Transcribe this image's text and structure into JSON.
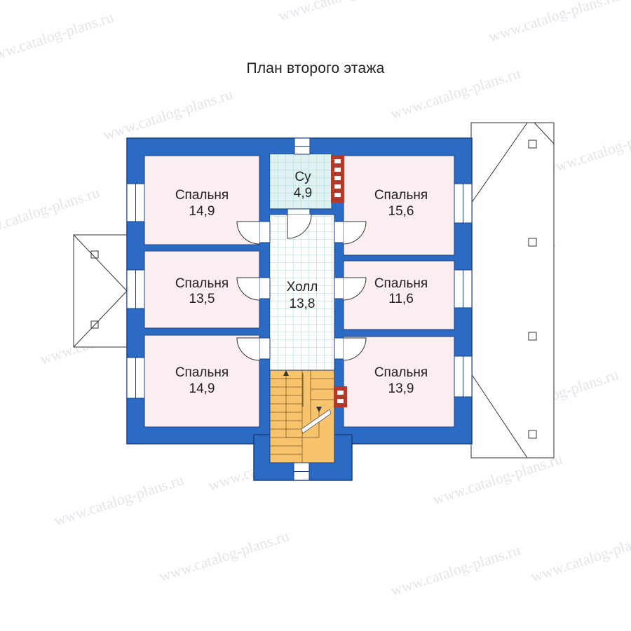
{
  "title": "План второго этажа",
  "watermark": "www.catalog-plans.ru",
  "colors": {
    "wall": "#2b6bc4",
    "wall_outline": "#1b3f80",
    "bedroom_fill": "#fbeef0",
    "bath_fill": "#dff2f1",
    "hall_fill": "#ffffff",
    "grid_line": "#a9d6da",
    "stair_fill": "#f8c36d",
    "chimney": "#b23a2a",
    "roof_line": "#333333"
  },
  "rooms": [
    {
      "id": "bedroom-1",
      "name": "Спальня",
      "area": "14,9"
    },
    {
      "id": "bath",
      "name": "Су",
      "area": "4,9"
    },
    {
      "id": "bedroom-2",
      "name": "Спальня",
      "area": "15,6"
    },
    {
      "id": "bedroom-3",
      "name": "Спальня",
      "area": "13,5"
    },
    {
      "id": "hall",
      "name": "Холл",
      "area": "13,8"
    },
    {
      "id": "bedroom-4",
      "name": "Спальня",
      "area": "11,6"
    },
    {
      "id": "bedroom-5",
      "name": "Спальня",
      "area": "14,9"
    },
    {
      "id": "bedroom-6",
      "name": "Спальня",
      "area": "13,9"
    }
  ]
}
